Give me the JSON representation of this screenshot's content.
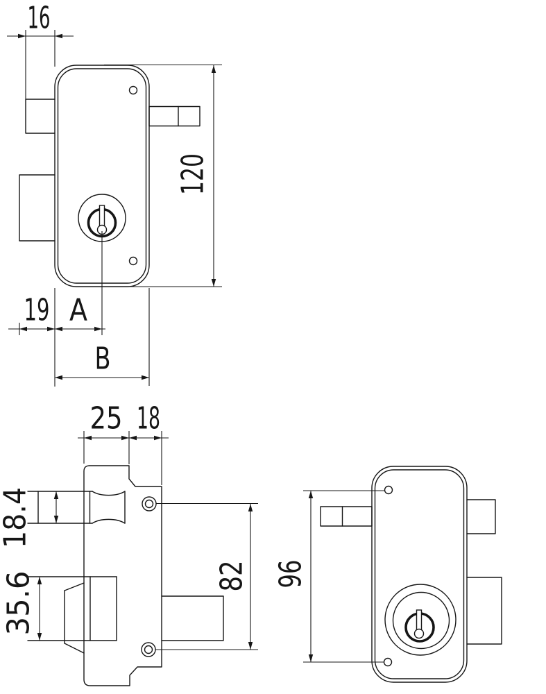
{
  "drawing": {
    "type": "technical-drawing",
    "subject": "rim-lock three-view dimensional drawing",
    "background_color": "#ffffff",
    "line_color": "#161616",
    "dims": {
      "front": {
        "edge_to_slot": "16",
        "case_height": "120",
        "bolt_width": "19",
        "backset": "A",
        "case_width": "B"
      },
      "side": {
        "case_depth": "25",
        "cylinder_depth": "18",
        "latch_height": "18.4",
        "deadbolt_height": "35.6",
        "screw_spacing": "82"
      },
      "back": {
        "screw_spacing": "96"
      }
    }
  }
}
